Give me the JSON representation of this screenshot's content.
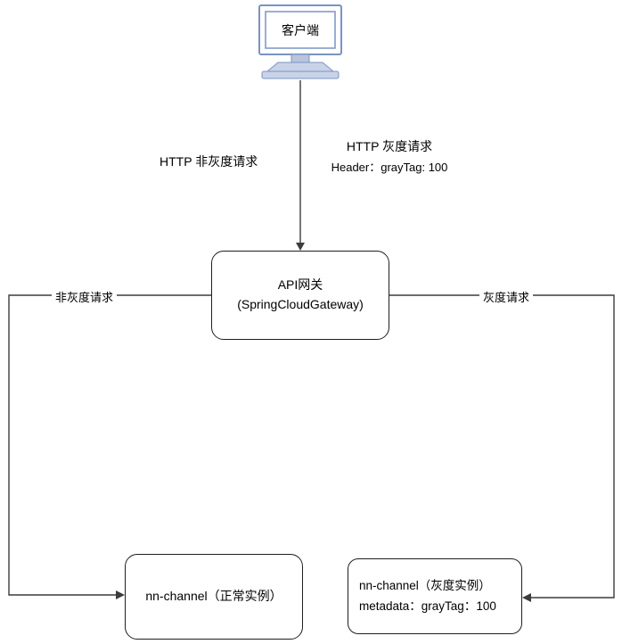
{
  "diagram": {
    "client": {
      "label": "客户端",
      "icon": "desktop-computer-icon"
    },
    "gateway": {
      "line1": "API网关",
      "line2": "(SpringCloudGateway)"
    },
    "normal_instance": {
      "label": "nn-channel（正常实例）"
    },
    "gray_instance": {
      "line1": "nn-channel（灰度实例）",
      "line2": "metadata：grayTag：100"
    },
    "edges": {
      "http_normal": "HTTP 非灰度请求",
      "http_gray_line1": "HTTP 灰度请求",
      "http_gray_line2": "Header：grayTag: 100",
      "normal_branch": "非灰度请求",
      "gray_branch": "灰度请求"
    },
    "colors": {
      "line": "#3c3c3c",
      "box_border": "#1f1f1f",
      "monitor_stroke": "#7b93c4",
      "monitor_fill_light": "#c9d3e8",
      "monitor_fill_mid": "#b9c4dd",
      "background": "#ffffff"
    }
  }
}
